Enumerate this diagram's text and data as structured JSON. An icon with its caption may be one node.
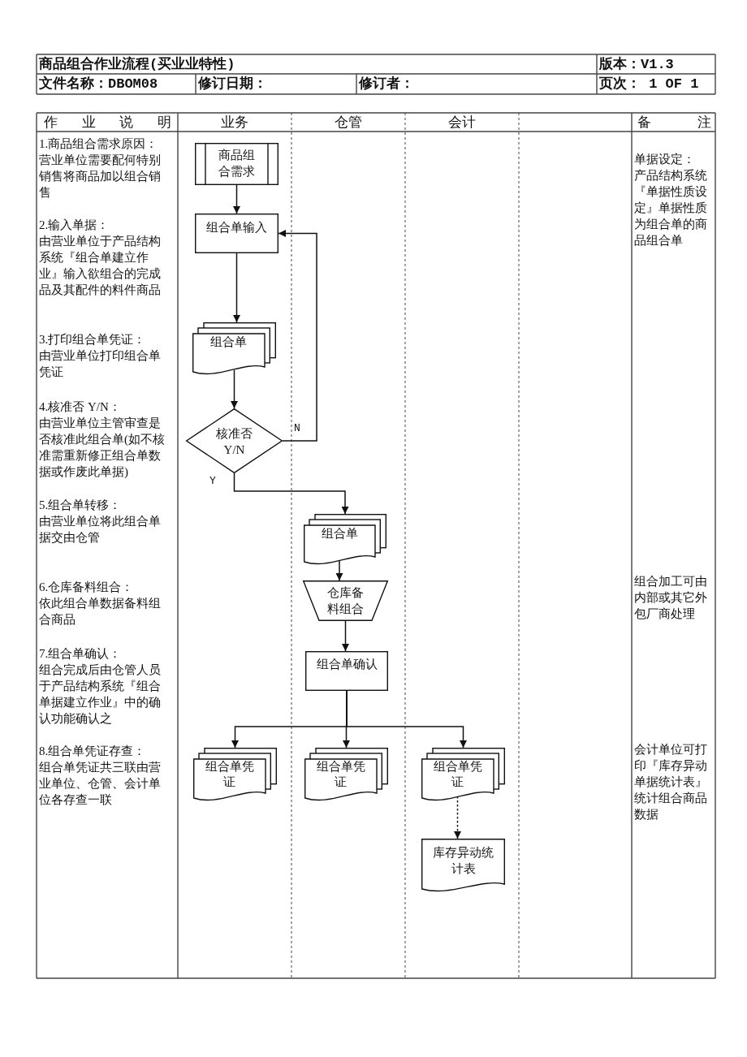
{
  "diagram": {
    "title": "商品组合作业流程(买业业特性)",
    "nodes": [
      {
        "text": [
          "商品组合需求"
        ]
      },
      {
        "text": [
          "组合单输入"
        ]
      },
      {
        "text": [
          "组合单"
        ]
      },
      {
        "text": [
          "核准否 Y/N"
        ]
      },
      {
        "text": [
          "组合单"
        ]
      },
      {
        "text": [
          "仓库备料组合"
        ]
      },
      {
        "text": [
          "组合单确认"
        ]
      },
      {
        "text": [
          "组合单凭证"
        ]
      },
      {
        "text": [
          "组合单凭证"
        ]
      },
      {
        "text": [
          "组合单凭证"
        ]
      },
      {
        "text": [
          "库存异动统计表"
        ]
      }
    ],
    "edges": [
      {
        "from": 0,
        "to": 1,
        "arrow": "to"
      },
      {
        "from": 1,
        "to": 2,
        "arrow": "to"
      },
      {
        "from": 2,
        "to": 3,
        "arrow": "to"
      },
      {
        "from": 3,
        "to": 1,
        "arrow": "to",
        "label": "N"
      },
      {
        "from": 3,
        "to": 4,
        "arrow": "to",
        "label": "Y"
      },
      {
        "from": 4,
        "to": 5,
        "arrow": "to"
      },
      {
        "from": 5,
        "to": 6,
        "arrow": "to"
      },
      {
        "from": 6,
        "to": 7,
        "arrow": "to"
      },
      {
        "from": 6,
        "to": 8,
        "arrow": "to"
      },
      {
        "from": 6,
        "to": 9,
        "arrow": "to"
      },
      {
        "from": 9,
        "to": 10,
        "arrow": "to",
        "style": "dashed"
      }
    ],
    "labels": [
      "版本：V1.3",
      "文件名称：DBOM08",
      "修订日期：",
      "修订者：",
      "页次： 1 OF 1",
      "作业说明",
      "业务",
      "仓管",
      "会计",
      "备注",
      "1.商品组合需求原因：",
      "营业单位需要配何特别销售将商品加以组合销售",
      "2.输入单据：",
      "由营业单位于产品结构系统『组合单建立作业』输入欲组合的完成品及其配件的料件商品",
      "3.打印组合单凭证：",
      "由营业单位打印组合单凭证",
      "4.核准否 Y/N：",
      "由营业单位主管审查是否核准此组合单(如不核准需重新修正组合单数据或作废此单据)",
      "5.组合单转移：",
      "由营业单位将此组合单据交由仓管",
      "6.仓库备料组合：",
      "依此组合单数据备料组合商品",
      "7.组合单确认：",
      "组合完成后由仓管人员于产品结构系统『组合单据建立作业』中的确认功能确认之",
      "8.组合单凭证存查：",
      "组合单凭证共三联由营业单位、仓管、会计单位各存查一联",
      "单据设定：",
      "产品结构系统『单据性质设定』单据性质为组合单的商品组合单",
      "组合加工可由内部或其它外包厂商处理",
      "会计单位可打印『库存异动单据统计表』统计组合商品数据"
    ]
  }
}
